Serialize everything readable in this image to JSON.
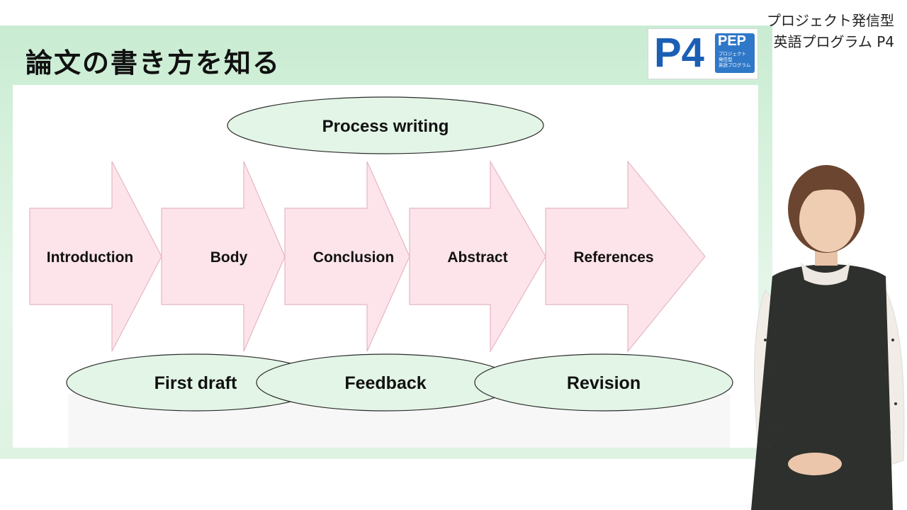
{
  "slide": {
    "title": "論文の書き方を知る",
    "logo": {
      "mark": "P4",
      "badge": "PEP",
      "badge_lines": [
        "プロジェクト",
        "発信型",
        "英語プログラム"
      ]
    }
  },
  "caption": {
    "line1": "プロジェクト発信型",
    "line2": "英語プログラム P4"
  },
  "diagram": {
    "top_oval": "Process writing",
    "arrows": [
      "Introduction",
      "Body",
      "Conclusion",
      "Abstract",
      "References"
    ],
    "bottom_ovals": [
      "First draft",
      "Feedback",
      "Revision"
    ],
    "colors": {
      "arrow_fill": "#fde4ea",
      "arrow_stroke": "#e5b7c3",
      "oval_fill": "#e3f5e6",
      "oval_stroke": "#2b2b2b"
    }
  },
  "presenter": {
    "description_icon": "person-presenter-icon"
  }
}
